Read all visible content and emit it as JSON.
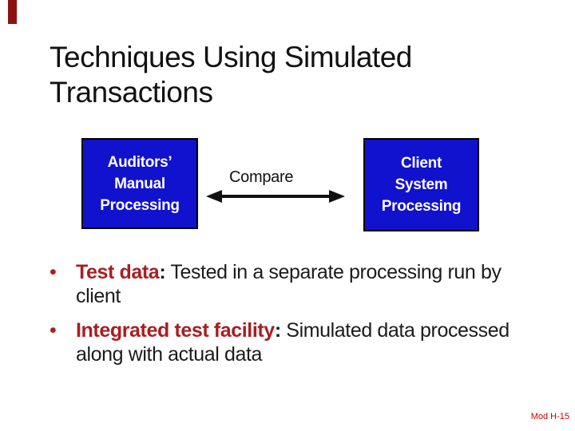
{
  "colors": {
    "accent_blue": "#1112CE",
    "box_border": "#000000",
    "box_text": "#FFFFFF",
    "title_text": "#121212",
    "body_text": "#1B1B1B",
    "red_text": "#A81E22",
    "corner_bar": "#8C1212",
    "footer_red": "#CC0000",
    "arrow_black": "#111111"
  },
  "title": {
    "lines": [
      "Techniques Using Simulated",
      "Transactions"
    ]
  },
  "diagram": {
    "left_box": {
      "lines": [
        "Auditors’",
        "Manual",
        "Processing"
      ]
    },
    "arrow_label": "Compare",
    "right_box": {
      "lines": [
        "Client",
        "System",
        "Processing"
      ]
    }
  },
  "bullets": [
    {
      "term": "Test data",
      "separator": ":",
      "body": " Tested in a separate processing run by client"
    },
    {
      "term": "Integrated test facility",
      "separator": ":",
      "body": " Simulated data processed along with actual data"
    }
  ],
  "footer": {
    "slide_id": "Mod H-15"
  },
  "icons": {
    "bullet_marker": "•"
  }
}
